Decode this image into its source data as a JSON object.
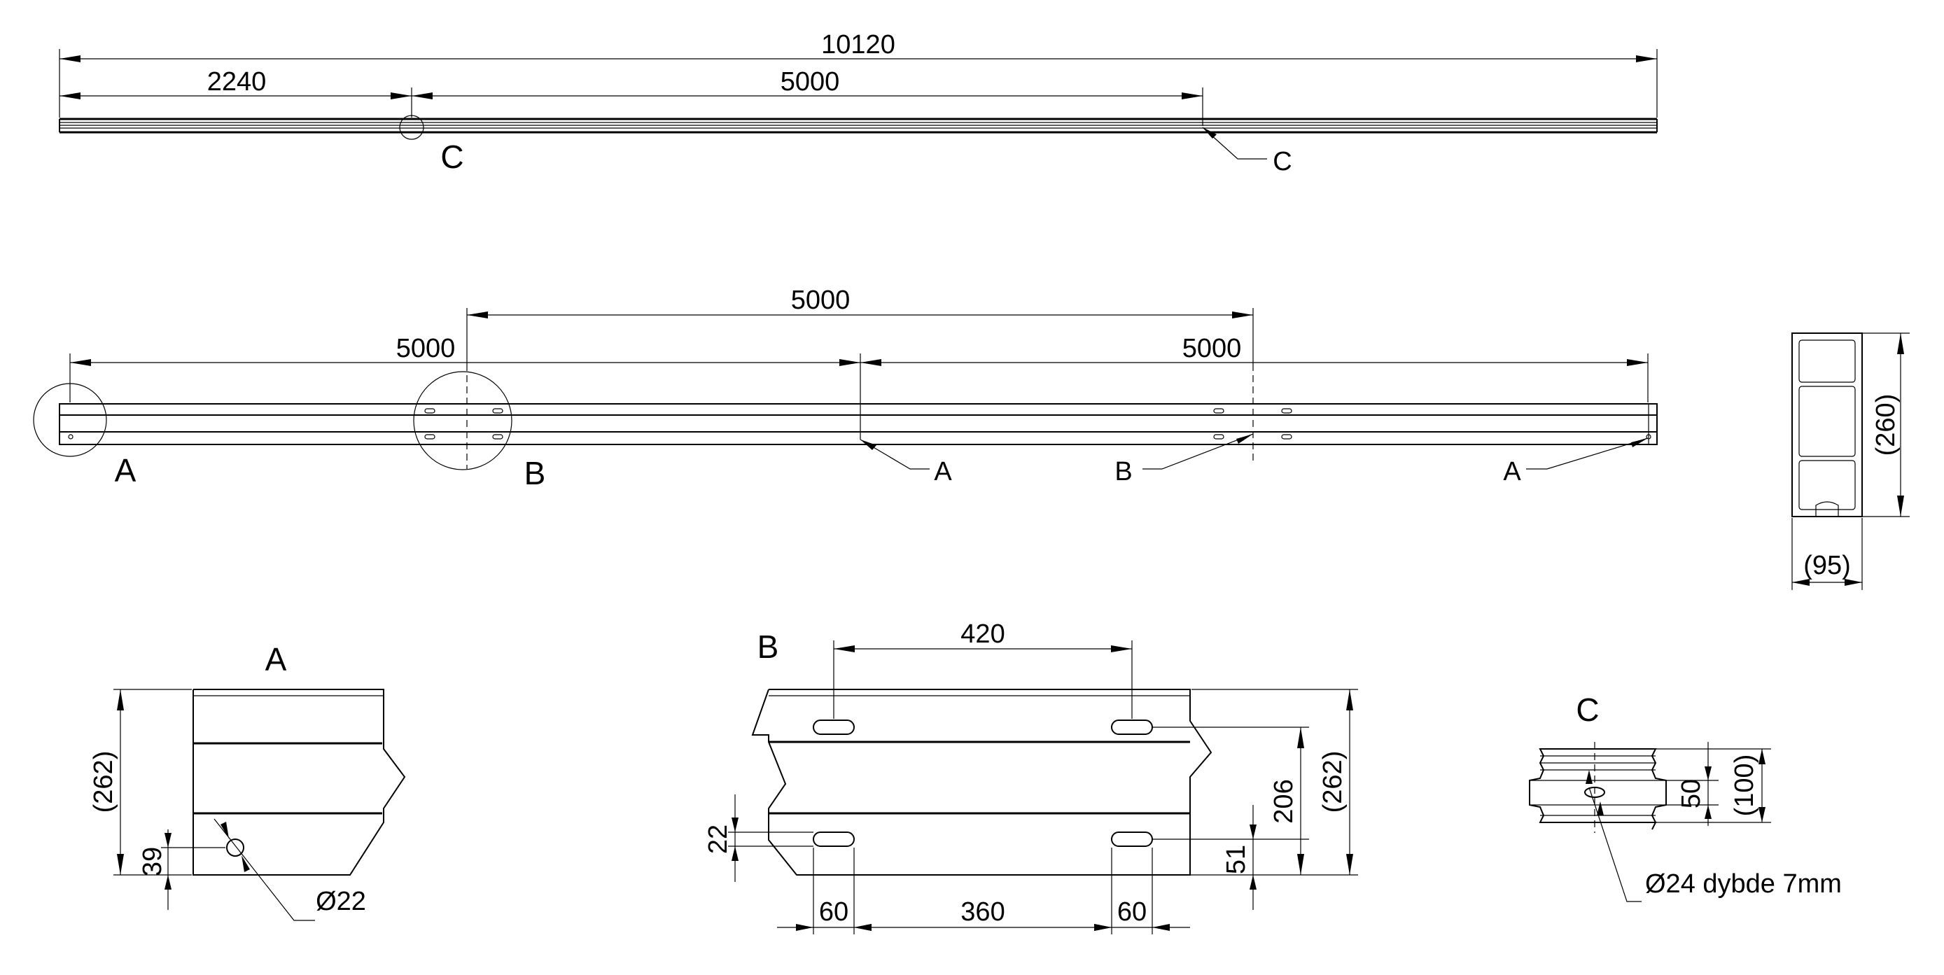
{
  "views": {
    "top": {
      "overall": "10120",
      "offset": "2240",
      "spacing": "5000",
      "detail_label": "C",
      "leader_label": "C"
    },
    "side": {
      "upper_spacing": "5000",
      "left_spacing": "5000",
      "right_spacing": "5000",
      "detail_a_label": "A",
      "detail_b_label": "B",
      "leader_a_mid": "A",
      "leader_b": "B",
      "leader_a_end": "A"
    },
    "section": {
      "height": "(260)",
      "width": "(95)"
    },
    "detail_a": {
      "title": "A",
      "height": "(262)",
      "hole_pos": "39",
      "hole_dia": "Ø22"
    },
    "detail_b": {
      "title": "B",
      "slot_spacing": "420",
      "height": "(262)",
      "slot_height": "206",
      "slot_small": "22",
      "bottom_offset": "51",
      "slot_len_left": "60",
      "slot_gap": "360",
      "slot_len_right": "60"
    },
    "detail_c": {
      "title": "C",
      "inner": "50",
      "outer": "(100)",
      "hole_note": "Ø24 dybde 7mm"
    }
  }
}
